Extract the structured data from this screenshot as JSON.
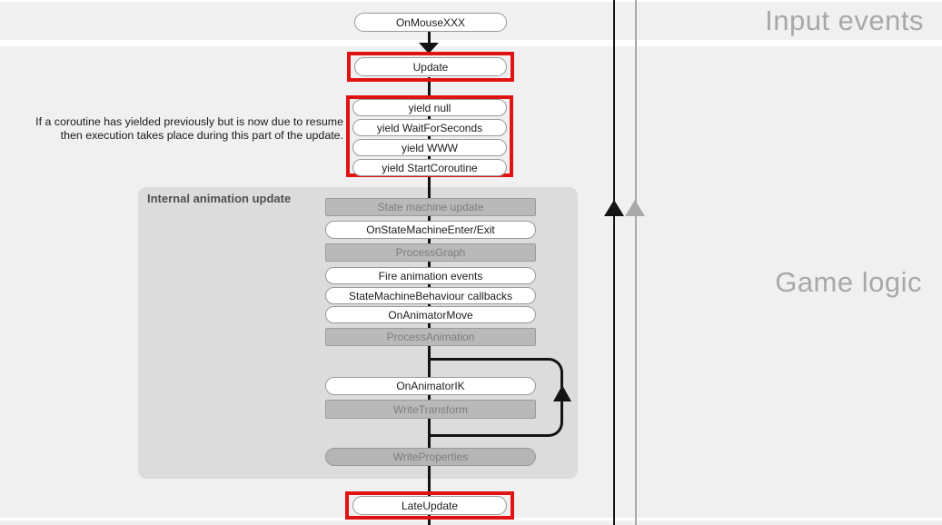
{
  "sections": {
    "input_events_label": "Input events",
    "game_logic_label": "Game logic"
  },
  "nodes": {
    "on_mouse": "OnMouseXXX",
    "update": "Update",
    "yields": [
      "yield null",
      "yield WaitForSeconds",
      "yield WWW",
      "yield StartCoroutine"
    ],
    "late_update": "LateUpdate"
  },
  "annotation": {
    "coroutine_note": "If a coroutine has yielded previously but is now due to resume then execution takes place during this part of the update."
  },
  "animation_box": {
    "title": "Internal animation update",
    "nodes": [
      {
        "label": "State machine update",
        "type": "internal-rect"
      },
      {
        "label": "OnStateMachineEnter/Exit",
        "type": "user-pill"
      },
      {
        "label": "ProcessGraph",
        "type": "internal-rect"
      },
      {
        "label": "Fire animation events",
        "type": "user-pill"
      },
      {
        "label": "StateMachineBehaviour callbacks",
        "type": "user-pill"
      },
      {
        "label": "OnAnimatorMove",
        "type": "user-pill"
      },
      {
        "label": "ProcessAnimation",
        "type": "internal-rect"
      },
      {
        "label": "OnAnimatorIK",
        "type": "user-pill"
      },
      {
        "label": "WriteTransform",
        "type": "internal-rect"
      },
      {
        "label": "WriteProperties",
        "type": "internal-pill"
      }
    ]
  },
  "colors": {
    "highlight_red": "#e01212",
    "band_background": "#f0f0f0",
    "animation_box_background": "#dcdcdc",
    "internal_node_fill": "#b9b9b9",
    "internal_node_text": "#7d7d7d",
    "section_label_text": "#a8a8a8",
    "flow_line_black": "#141414",
    "flow_line_gray": "#a9a9a9"
  }
}
